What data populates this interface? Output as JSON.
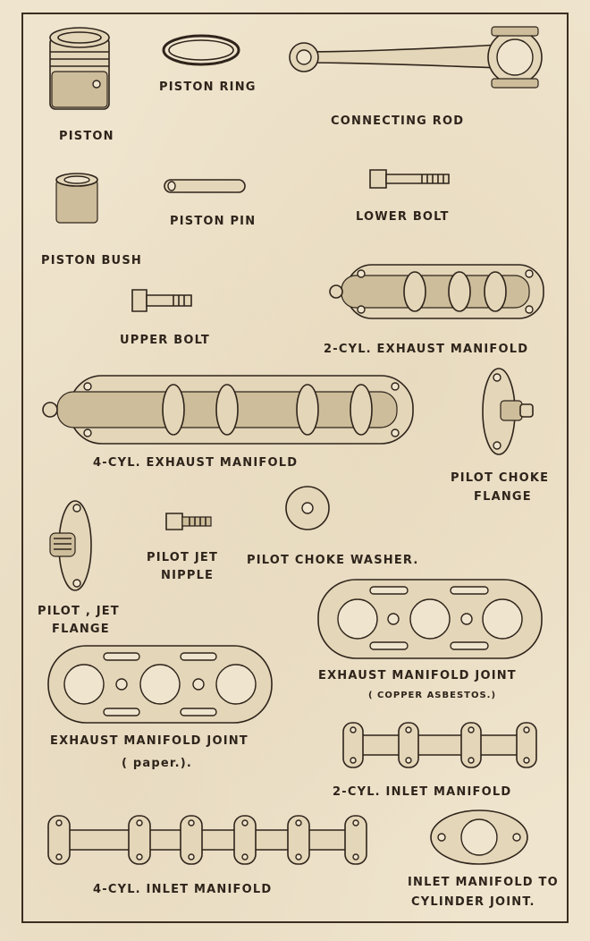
{
  "labels": {
    "piston": "PISTON",
    "piston_ring": "PISTON RING",
    "connecting_rod": "CONNECTING ROD",
    "piston_pin": "PISTON PIN",
    "lower_bolt": "LOWER BOLT",
    "piston_bush": "PISTON BUSH",
    "upper_bolt": "UPPER BOLT",
    "exhaust_manifold_2cyl": "2-CYL. EXHAUST MANIFOLD",
    "exhaust_manifold_4cyl": "4-CYL. EXHAUST MANIFOLD",
    "pilot_choke_flange_line1": "PILOT CHOKE",
    "pilot_choke_flange_line2": "FLANGE",
    "pilot_jet_nipple_line1": "PILOT JET",
    "pilot_jet_nipple_line2": "NIPPLE",
    "pilot_choke_washer": "PILOT CHOKE WASHER.",
    "pilot_jet_flange_line1": "PILOT , JET",
    "pilot_jet_flange_line2": "FLANGE",
    "exhaust_joint_copper_line1": "EXHAUST MANIFOLD JOINT",
    "exhaust_joint_copper_line2": "( COPPER ASBESTOS.)",
    "exhaust_joint_paper_line1": "EXHAUST MANIFOLD JOINT",
    "exhaust_joint_paper_line2": "( paper.).",
    "inlet_manifold_2cyl": "2-CYL. INLET MANIFOLD",
    "inlet_manifold_4cyl": "4-CYL. INLET MANIFOLD",
    "inlet_joint_line1": "INLET MANIFOLD TO",
    "inlet_joint_line2": "CYLINDER JOINT."
  }
}
